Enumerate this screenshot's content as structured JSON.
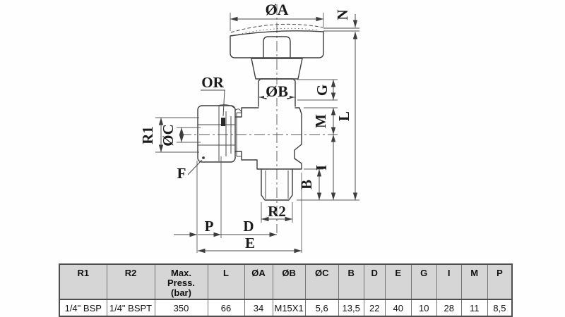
{
  "drawing": {
    "labels": {
      "oa": "ØA",
      "n": "N",
      "or": "OR",
      "ob": "ØB",
      "g": "G",
      "m": "M",
      "l": "L",
      "r1": "R1",
      "oc": "ØC",
      "f": "F",
      "i": "I",
      "b": "B",
      "r2": "R2",
      "p": "P",
      "d": "D",
      "e": "E"
    },
    "line_color": "#3d3d3d"
  },
  "table": {
    "headers": [
      [
        "R1"
      ],
      [
        "R2"
      ],
      [
        "Max.",
        "Press.",
        "(bar)"
      ],
      [
        "L"
      ],
      [
        "ØA"
      ],
      [
        "ØB"
      ],
      [
        "ØC"
      ],
      [
        "B"
      ],
      [
        "D"
      ],
      [
        "E"
      ],
      [
        "G"
      ],
      [
        "I"
      ],
      [
        "M"
      ],
      [
        "P"
      ]
    ],
    "rows": [
      [
        "1/4\" BSP",
        "1/4\" BSPT",
        "350",
        "66",
        "34",
        "M15X1",
        "5,6",
        "13,5",
        "22",
        "40",
        "10",
        "28",
        "11",
        "8,5"
      ]
    ],
    "header_bg": "#d6d6d6",
    "border_color": "#4e4e4e"
  }
}
